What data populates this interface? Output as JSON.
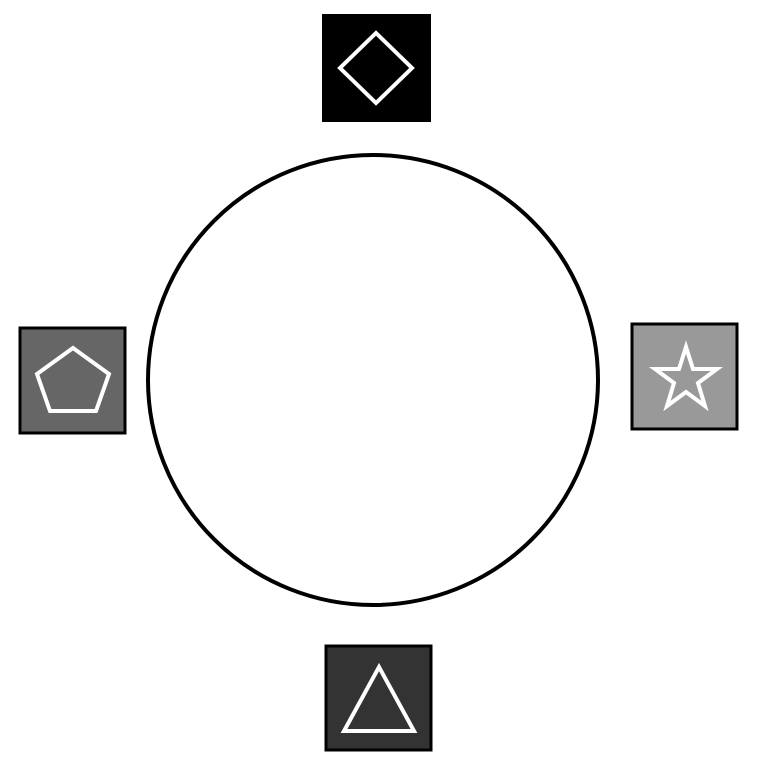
{
  "background": "#ffffff",
  "ring": {
    "stroke": "#000000"
  },
  "tiles": [
    {
      "id": "top",
      "shape": "diamond",
      "icon": "diamond-icon",
      "fill": "#000000"
    },
    {
      "id": "right",
      "shape": "star",
      "icon": "star-icon",
      "fill": "#999999"
    },
    {
      "id": "bottom",
      "shape": "triangle",
      "icon": "triangle-icon",
      "fill": "#333333"
    },
    {
      "id": "left",
      "shape": "pentagon",
      "icon": "pentagon-icon",
      "fill": "#666666"
    }
  ]
}
